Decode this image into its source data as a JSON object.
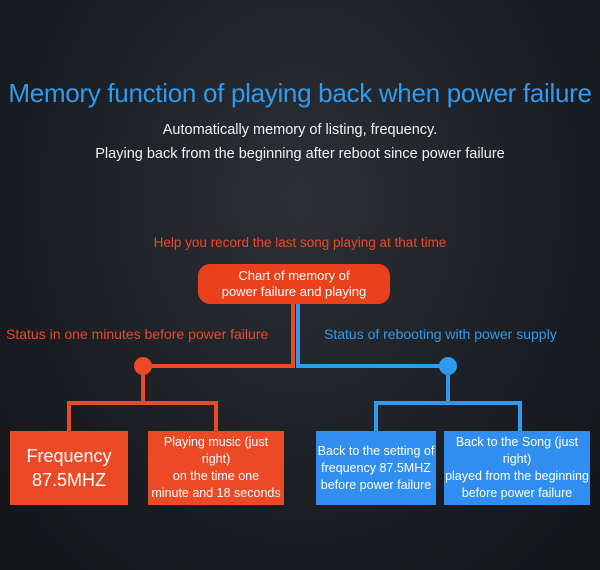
{
  "title": "Memory function of playing back when power failure",
  "subtitle_line1": "Automatically memory of listing, frequency.",
  "subtitle_line2": "Playing back from the beginning after reboot since power failure",
  "hint": "Help you record the last song playing at that time",
  "center": {
    "line1": "Chart of memory of",
    "line2": "power failure and playing"
  },
  "left_status": "Status in one minutes before power failure",
  "right_status": "Status of rebooting with power supply",
  "boxes": [
    {
      "lines": [
        "Frequency",
        "87.5MHZ"
      ]
    },
    {
      "lines": [
        "Playing music (just right)",
        "on the time one",
        "minute and 18 seconds"
      ]
    },
    {
      "lines": [
        "Back to the setting of",
        "frequency 87.5MHZ",
        "before power failure"
      ]
    },
    {
      "lines": [
        "Back to the Song (just right)",
        "played from the beginning",
        "before power failure"
      ]
    }
  ],
  "colors": {
    "red": "#ec4a27",
    "blue": "#2f9bf0"
  }
}
